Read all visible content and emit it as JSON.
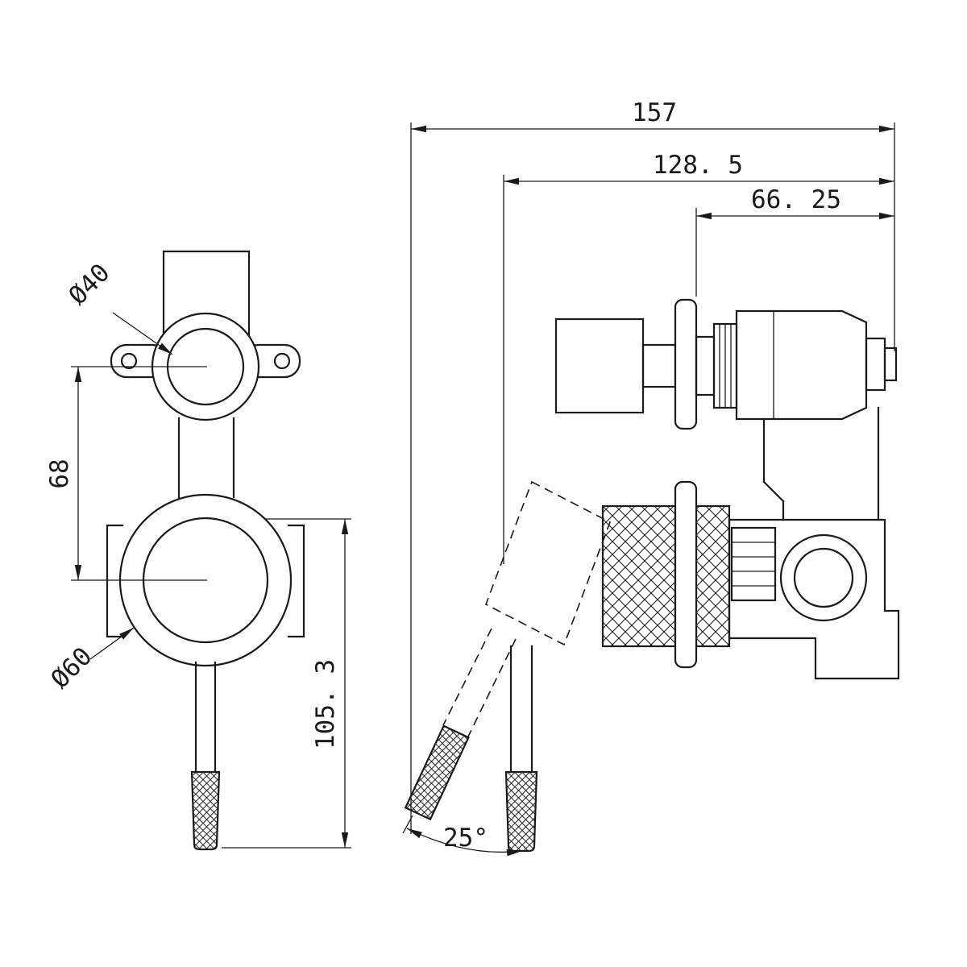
{
  "drawing": {
    "background": "#ffffff",
    "line_color": "#1a1a1a",
    "dims": {
      "overall_width": "157",
      "width_to_handle": "128. 5",
      "width_to_wall": "66. 25",
      "top_diameter": "Ø40",
      "bottom_diameter": "Ø60",
      "center_spacing": "68",
      "handle_length": "105. 3",
      "handle_angle": "25°"
    }
  }
}
